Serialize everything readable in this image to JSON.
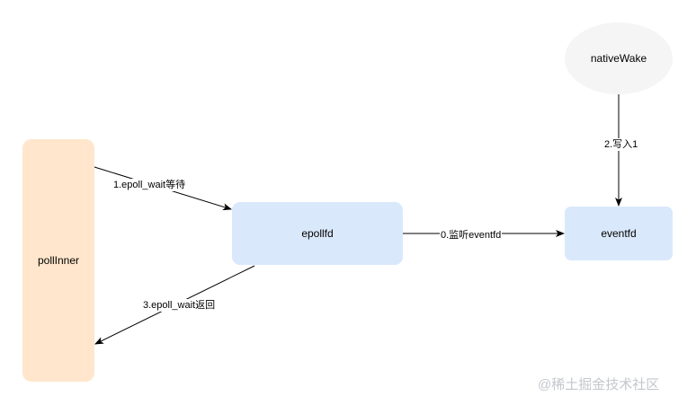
{
  "nodes": {
    "pollinner": "pollInner",
    "epollfd": "epollfd",
    "eventfd": "eventfd",
    "nativewake": "nativeWake"
  },
  "edges": {
    "epoll_wait": "1.epoll_wait等待",
    "listen": "0.监听eventfd",
    "write": "2.写入1",
    "epoll_return": "3.epoll_wait返回"
  },
  "watermark": "@稀土掘金技术社区",
  "colors": {
    "pollinner_fill": "#ffe6cc",
    "fd_fill": "#dae8fc",
    "nativewake_fill": "#f5f5f5",
    "edge": "#000000"
  }
}
